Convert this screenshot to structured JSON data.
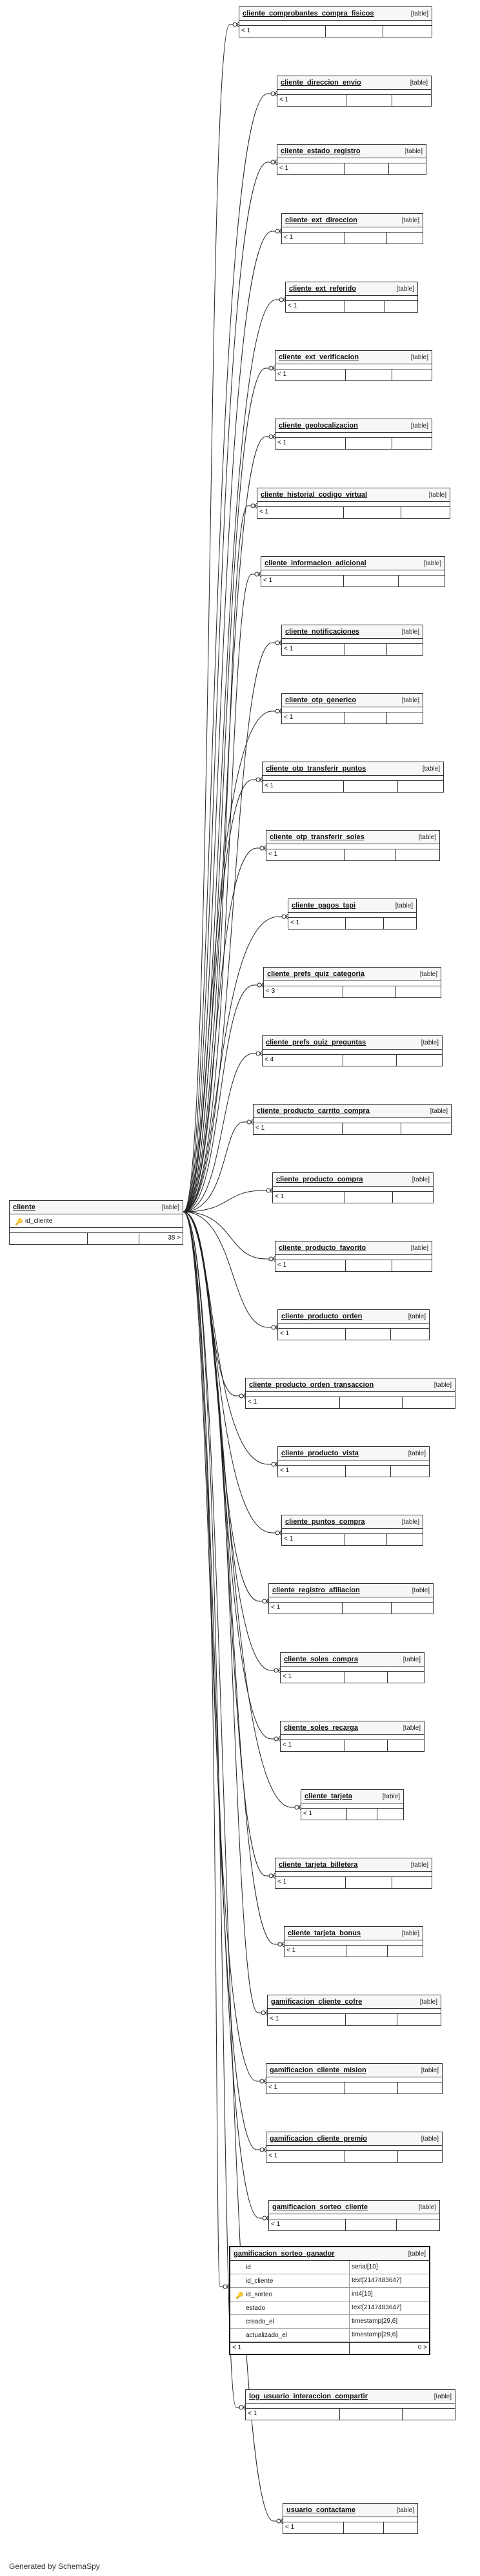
{
  "footer": "Generated by SchemaSpy",
  "kind_label": "[table]",
  "central": {
    "name": "cliente",
    "columns": [
      "id_cliente"
    ],
    "children_count": "38 >"
  },
  "child_tables": [
    {
      "name": "cliente_comprobantes_compra_fisicos",
      "parents": "< 1"
    },
    {
      "name": "cliente_direccion_envio",
      "parents": "< 1"
    },
    {
      "name": "cliente_estado_registro",
      "parents": "< 1"
    },
    {
      "name": "cliente_ext_direccion",
      "parents": "< 1"
    },
    {
      "name": "cliente_ext_referido",
      "parents": "< 1"
    },
    {
      "name": "cliente_ext_verificacion",
      "parents": "< 1"
    },
    {
      "name": "cliente_geolocalizacion",
      "parents": "< 1"
    },
    {
      "name": "cliente_historial_codigo_virtual",
      "parents": "< 1"
    },
    {
      "name": "cliente_informacion_adicional",
      "parents": "< 1"
    },
    {
      "name": "cliente_notificaciones",
      "parents": "< 1"
    },
    {
      "name": "cliente_otp_generico",
      "parents": "< 1"
    },
    {
      "name": "cliente_otp_transferir_puntos",
      "parents": "< 1"
    },
    {
      "name": "cliente_otp_transferir_soles",
      "parents": "< 1"
    },
    {
      "name": "cliente_pagos_tapi",
      "parents": "< 1"
    },
    {
      "name": "cliente_prefs_quiz_categoria",
      "parents": "< 3"
    },
    {
      "name": "cliente_prefs_quiz_preguntas",
      "parents": "< 4"
    },
    {
      "name": "cliente_producto_carrito_compra",
      "parents": "< 1"
    },
    {
      "name": "cliente_producto_compra",
      "parents": "< 1"
    },
    {
      "name": "cliente_producto_favorito",
      "parents": "< 1"
    },
    {
      "name": "cliente_producto_orden",
      "parents": "< 1"
    },
    {
      "name": "cliente_producto_orden_transaccion",
      "parents": "< 1"
    },
    {
      "name": "cliente_producto_vista",
      "parents": "< 1"
    },
    {
      "name": "cliente_puntos_compra",
      "parents": "< 1"
    },
    {
      "name": "cliente_registro_afiliacion",
      "parents": "< 1"
    },
    {
      "name": "cliente_soles_compra",
      "parents": "< 1"
    },
    {
      "name": "cliente_soles_recarga",
      "parents": "< 1"
    },
    {
      "name": "cliente_tarjeta",
      "parents": "< 1"
    },
    {
      "name": "cliente_tarjeta_billetera",
      "parents": "< 1"
    },
    {
      "name": "cliente_tarjeta_bonus",
      "parents": "< 1"
    },
    {
      "name": "gamificacion_cliente_cofre",
      "parents": "< 1"
    },
    {
      "name": "gamificacion_cliente_mision",
      "parents": "< 1"
    },
    {
      "name": "gamificacion_cliente_premio",
      "parents": "< 1"
    },
    {
      "name": "gamificacion_sorteo_cliente",
      "parents": "< 1"
    }
  ],
  "focus_table": {
    "name": "gamificacion_sorteo_ganador",
    "columns": [
      {
        "name": "id",
        "type": "serial[10]",
        "key": false
      },
      {
        "name": "id_cliente",
        "type": "text[2147483647]",
        "key": false
      },
      {
        "name": "id_sorteo",
        "type": "int4[10]",
        "key": true
      },
      {
        "name": "estado",
        "type": "text[2147483647]",
        "key": false
      },
      {
        "name": "creado_el",
        "type": "timestamp[29,6]",
        "key": false
      },
      {
        "name": "actualizado_el",
        "type": "timestamp[29,6]",
        "key": false
      }
    ],
    "parents": "< 1",
    "children": "0 >"
  },
  "tail_tables": [
    {
      "name": "log_usuario_interaccion_compartir",
      "parents": "< 1"
    },
    {
      "name": "usuario_contactame",
      "parents": "< 1"
    }
  ]
}
